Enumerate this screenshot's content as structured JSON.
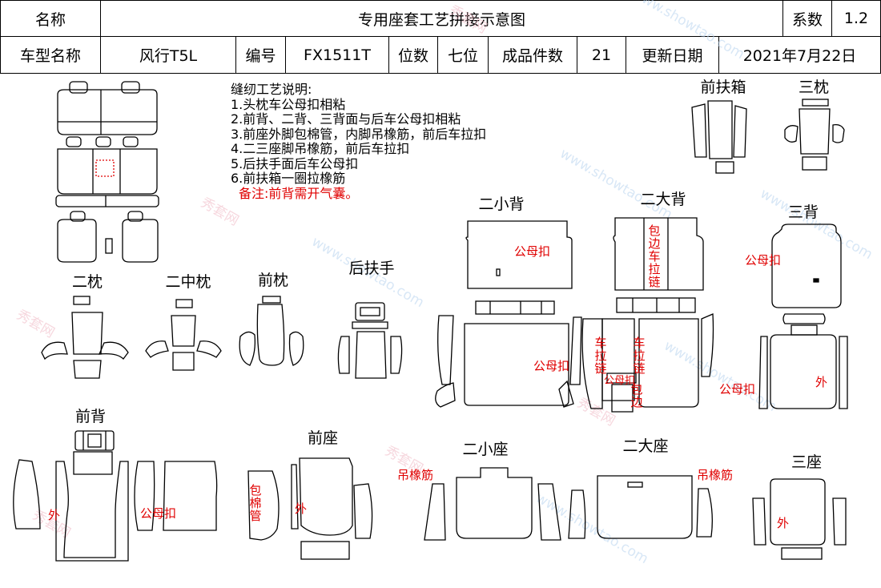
{
  "header": {
    "name_label": "名称",
    "title": "专用座套工艺拼接示意图",
    "coef_label": "系数",
    "coef_value": "1.2",
    "model_label": "车型名称",
    "model_value": "风行T5L",
    "code_label": "编号",
    "code_value": "FX1511T",
    "seats_label": "位数",
    "seats_value": "七位",
    "pieces_label": "成品件数",
    "pieces_value": "21",
    "date_label": "更新日期",
    "date_value": "2021年7月22日"
  },
  "notes": {
    "title": "缝纫工艺说明:",
    "items": [
      "1.头枕车公母扣相粘",
      "2.前背、二背、三背面与后车公母扣相粘",
      "3.前座外脚包棉管，内脚吊橡筋，前后车拉扣",
      "4.二三座脚吊橡筋，前后车拉扣",
      "5.后扶手面后车公母扣",
      "6.前扶箱一圈拉橡筋"
    ],
    "remark": "备注:前背需开气囊。"
  },
  "parts": {
    "front_box": "前扶箱",
    "third_headrest": "三枕",
    "second_small_back": "二小背",
    "second_large_back": "二大背",
    "third_back": "三背",
    "second_headrest": "二枕",
    "second_mid_headrest": "二中枕",
    "front_headrest": "前枕",
    "rear_armrest": "后扶手",
    "front_back": "前背",
    "front_seat": "前座",
    "second_small_seat": "二小座",
    "second_large_seat": "二大座",
    "third_seat": "三座"
  },
  "annotations": {
    "snap": "公母扣",
    "outer": "外",
    "elastic": "吊橡筋",
    "cotton_tube": "包棉管",
    "edge_zipper": "包边车拉链",
    "zipper": "车拉链",
    "edge": "包边"
  },
  "watermark": {
    "cn": "秀套网",
    "url": "www.showtao.com"
  }
}
